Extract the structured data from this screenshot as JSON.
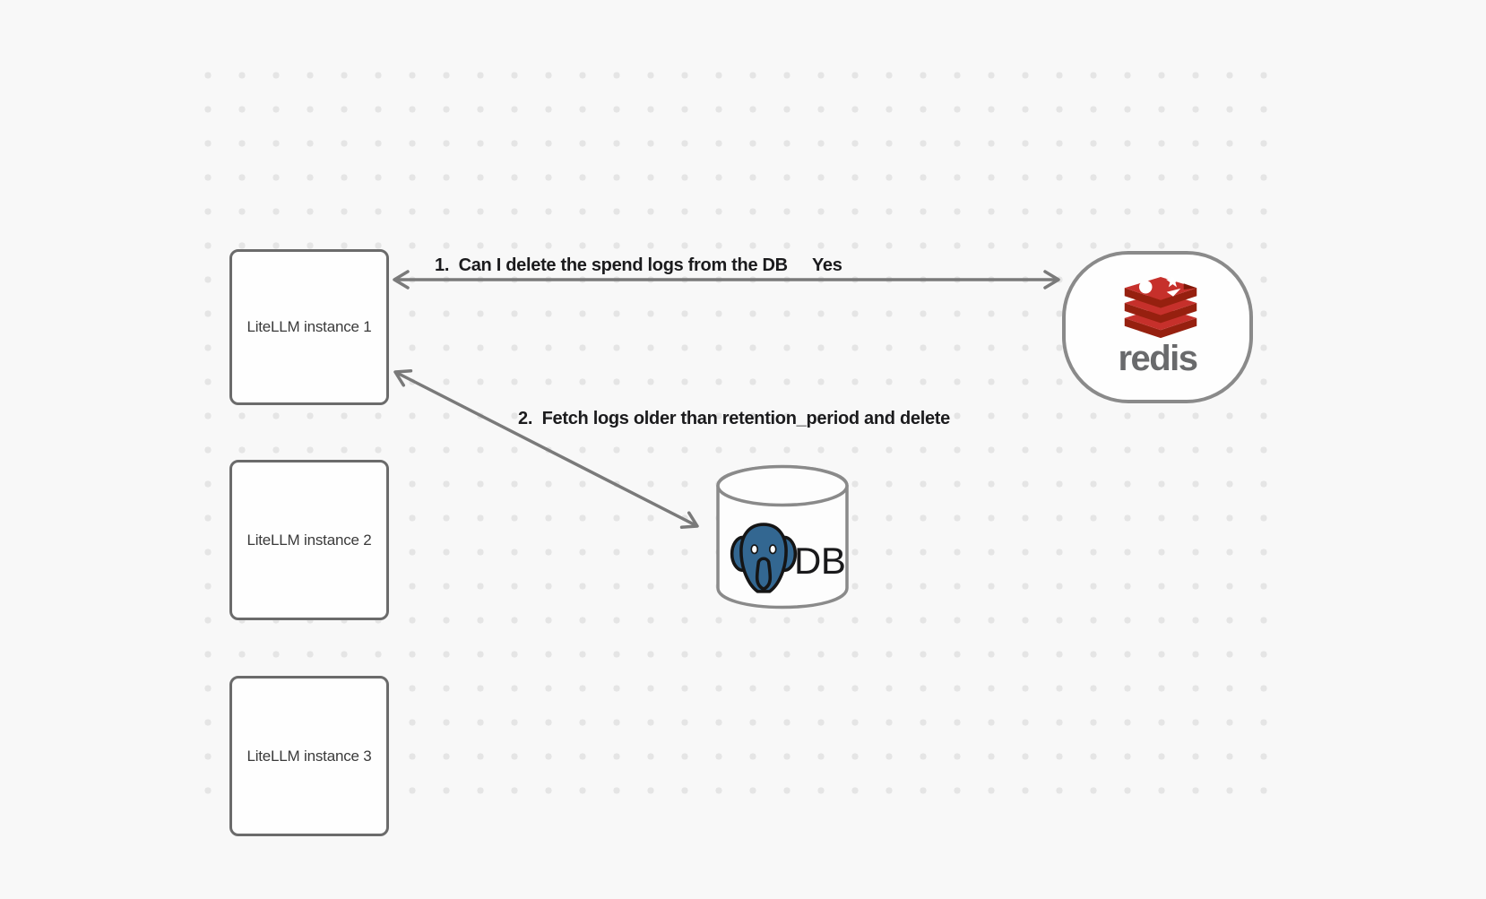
{
  "diagram": {
    "nodes": [
      {
        "id": "instance1",
        "type": "rectangle",
        "label": "LiteLLM instance 1"
      },
      {
        "id": "instance2",
        "type": "rectangle",
        "label": "LiteLLM instance 2"
      },
      {
        "id": "instance3",
        "type": "rectangle",
        "label": "LiteLLM instance 3"
      },
      {
        "id": "redis",
        "type": "rounded-container",
        "icon": "redis-logo",
        "label": "redis"
      },
      {
        "id": "db",
        "type": "database-cylinder",
        "icon": "postgresql-elephant",
        "label": "DB"
      }
    ],
    "edges": [
      {
        "id": "edge1",
        "from": "instance1",
        "to": "redis",
        "bidirectional": true,
        "label": "1.  Can I delete the spend logs from the DB",
        "response": "Yes"
      },
      {
        "id": "edge2",
        "from": "instance1",
        "to": "db",
        "bidirectional": true,
        "label": "2.  Fetch logs older than retention_period and delete"
      }
    ],
    "colors": {
      "background": "#f8f8f8",
      "grid_dot": "#e5e5e5",
      "node_border": "#6b6b6b",
      "container_border": "#8a8a8a",
      "edge": "#7a7a7a",
      "edge_label_text": "#1b1b1d",
      "node_label_text": "#3a3a3a",
      "redis_red": "#c6302b",
      "redis_red_dark": "#96200f",
      "redis_wordmark": "#696a6c",
      "postgres_blue": "#336791"
    }
  }
}
